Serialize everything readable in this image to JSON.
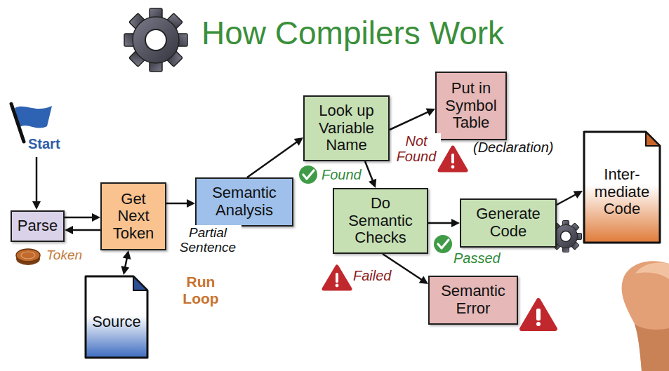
{
  "diagram": {
    "title": "How Compilers Work",
    "nodes": [
      {
        "text": [
          "Parse"
        ]
      },
      {
        "text": [
          "Get Next Token"
        ]
      },
      {
        "text": [
          "Source"
        ]
      },
      {
        "text": [
          "Semantic Analysis"
        ]
      },
      {
        "text": [
          "Look up Variable Name"
        ]
      },
      {
        "text": [
          "Put in Symbol Table"
        ]
      },
      {
        "text": [
          "Do Semantic Checks"
        ]
      },
      {
        "text": [
          "Generate Code"
        ]
      },
      {
        "text": [
          "Semantic Error"
        ]
      },
      {
        "text": [
          "Inter- mediate Code"
        ]
      }
    ],
    "edges": [
      {
        "from": 0,
        "to": 1,
        "arrow": "to"
      },
      {
        "from": 1,
        "to": 0,
        "arrow": "to"
      },
      {
        "from": 1,
        "to": 2,
        "arrow": "both"
      },
      {
        "from": 1,
        "to": 3,
        "arrow": "to",
        "label": "Partial Sentence"
      },
      {
        "from": 3,
        "to": 4,
        "arrow": "to"
      },
      {
        "from": 4,
        "to": 5,
        "arrow": "to",
        "label": "Not Found"
      },
      {
        "from": 4,
        "to": 6,
        "arrow": "to",
        "label": "Found"
      },
      {
        "from": 6,
        "to": 7,
        "arrow": "to",
        "label": "Passed"
      },
      {
        "from": 6,
        "to": 8,
        "arrow": "to",
        "label": "Failed"
      },
      {
        "from": 7,
        "to": 9,
        "arrow": "to"
      }
    ],
    "labels": [
      "Start",
      "Token",
      "Run Loop",
      "(Declaration)"
    ]
  }
}
